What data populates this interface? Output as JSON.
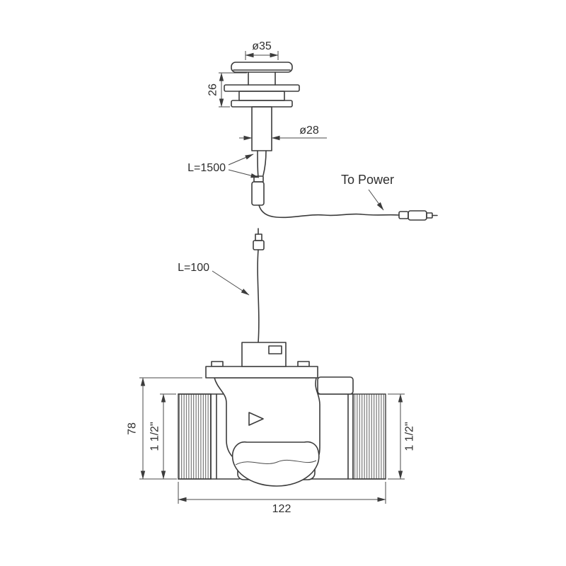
{
  "meta": {
    "background_color": "#ffffff",
    "line_color": "#3c3c3c",
    "text_color": "#2e2e2e"
  },
  "labels": {
    "top_diameter": "ø35",
    "cap_stack_height": "26",
    "shank_diameter": "ø28",
    "power_cable_length": "L=1500",
    "power_note": "To Power",
    "valve_cable_length": "L=100",
    "valve_height": "78",
    "thread_size_left": "1 1/2\"",
    "thread_size_right": "1 1/2\"",
    "valve_width": "122"
  }
}
